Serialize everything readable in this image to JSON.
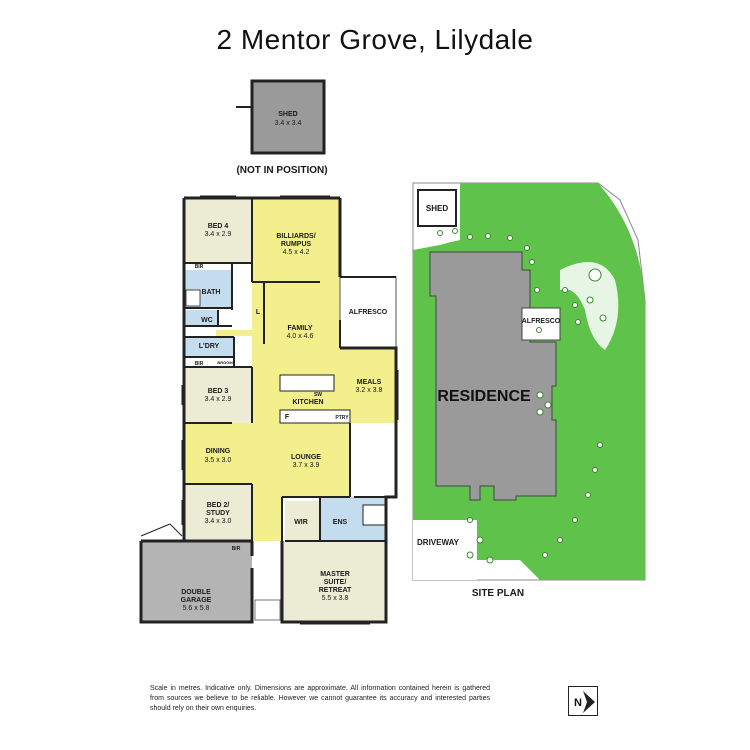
{
  "title": "2 Mentor Grove, Lilydale",
  "shed": {
    "label": "SHED",
    "dims": "3.4 x 3.4",
    "note": "(NOT IN POSITION)"
  },
  "rooms": {
    "bed4": {
      "label": "BED 4",
      "dims": "3.4 x 2.9"
    },
    "billiards": {
      "label1": "BILLIARDS/",
      "label2": "RUMPUS",
      "dims": "4.5 x 4.2"
    },
    "bir1": "BIR",
    "bath": "BATH",
    "wc": "WC",
    "l": "L",
    "family": {
      "label": "FAMILY",
      "dims": "4.0 x 4.6"
    },
    "alfresco": "ALFRESCO",
    "laundry": "L'DRY",
    "bir2": "BIR",
    "broom": "BROOM",
    "bed3": {
      "label": "BED 3",
      "dims": "3.4 x 2.9"
    },
    "meals": {
      "label": "MEALS",
      "dims": "3.2 x 3.8"
    },
    "sw": "SW",
    "kitchen": "KITCHEN",
    "f": "F",
    "pantry": "PTRY",
    "dining": {
      "label": "DINING",
      "dims": "3.5 x 3.0"
    },
    "lounge": {
      "label": "LOUNGE",
      "dims": "3.7 x 3.9"
    },
    "bed2": {
      "label1": "BED 2/",
      "label2": "STUDY",
      "dims": "3.4 x 3.0"
    },
    "wir": "WIR",
    "ens": "ENS",
    "bir3": "BIR",
    "garage": {
      "label1": "DOUBLE",
      "label2": "GARAGE",
      "dims": "5.6 x 5.8"
    },
    "master": {
      "label1": "MASTER",
      "label2": "SUITE/",
      "label3": "RETREAT",
      "dims": "5.5 x 3.8"
    }
  },
  "site": {
    "shed": "SHED",
    "residence": "RESIDENCE",
    "alfresco": "ALFRESCO",
    "driveway": "DRIVEWAY",
    "caption": "SITE PLAN"
  },
  "disclaimer": "Scale in metres. Indicative only. Dimensions are approximate. All information contained herein is gathered from sources we believe to be reliable. However we cannot guarantee its accuracy and interested parties should rely on their own enquiries.",
  "compass": "N",
  "colors": {
    "living": "#f3ef8c",
    "bedroom": "#ecebd4",
    "wet": "#c3ddef",
    "garage": "#b4b4b4",
    "outdoor": "#ffffff",
    "lawn": "#5fc24a",
    "residence": "#9a9a9a"
  }
}
